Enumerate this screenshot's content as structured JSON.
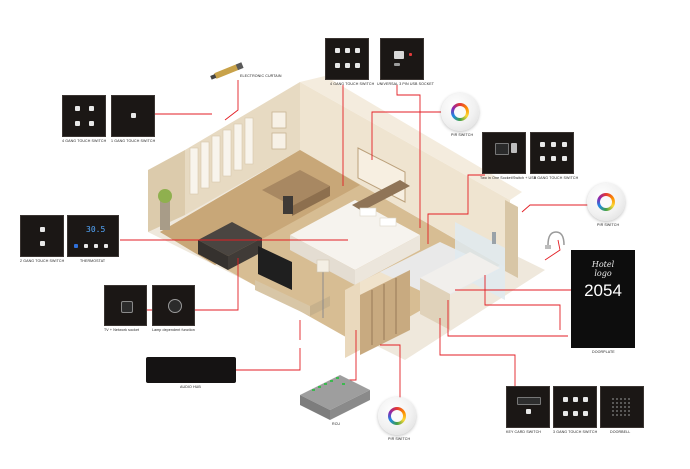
{
  "labels": {
    "electronic_curtain": "ELECTRONIC CURTAIN",
    "touch_switch_4gang_top": "4 GANG TOUCH SWITCH",
    "universal_socket": "UNIVERSAL 3 PIN USB SOCKET",
    "touch_switch_4gang_left": "4 GANG TOUCH SWITCH",
    "touch_switch_1gang": "1 GANG TOUCH SWITCH",
    "pir_switch_top": "PIR SWITCH",
    "two_in_one_socket": "Two in One Socket/Switch + USB",
    "touch_switch_6gang": "6 GANG TOUCH SWITCH",
    "pir_switch_right": "PIR SWITCH",
    "touch_switch_2gang": "2 GANG TOUCH SWITCH",
    "thermostat": "THERMOSTAT",
    "tv_network_socket": "TV + Network socket",
    "lamp_dimmer": "Lamp dependent function",
    "doorplate": "DOORPLATE",
    "rcu": "RCU",
    "pir_switch_bottom": "PIR SWITCH",
    "key_card_switch": "KEY CARD SWITCH",
    "touch_switch_3gang": "3 GANG TOUCH SWITCH",
    "doorbell": "DOORBELL",
    "audio_hub": "AUDIO HUB"
  },
  "doorplate": {
    "logo_line1": "Hotel",
    "logo_line2": "logo",
    "room_number": "2054"
  },
  "thermostat_display": "30.5",
  "colors": {
    "panel": "#1b1715",
    "leader_line": "#e31e24",
    "wall": "#e9dcc3",
    "floor": "#c9b08a"
  }
}
